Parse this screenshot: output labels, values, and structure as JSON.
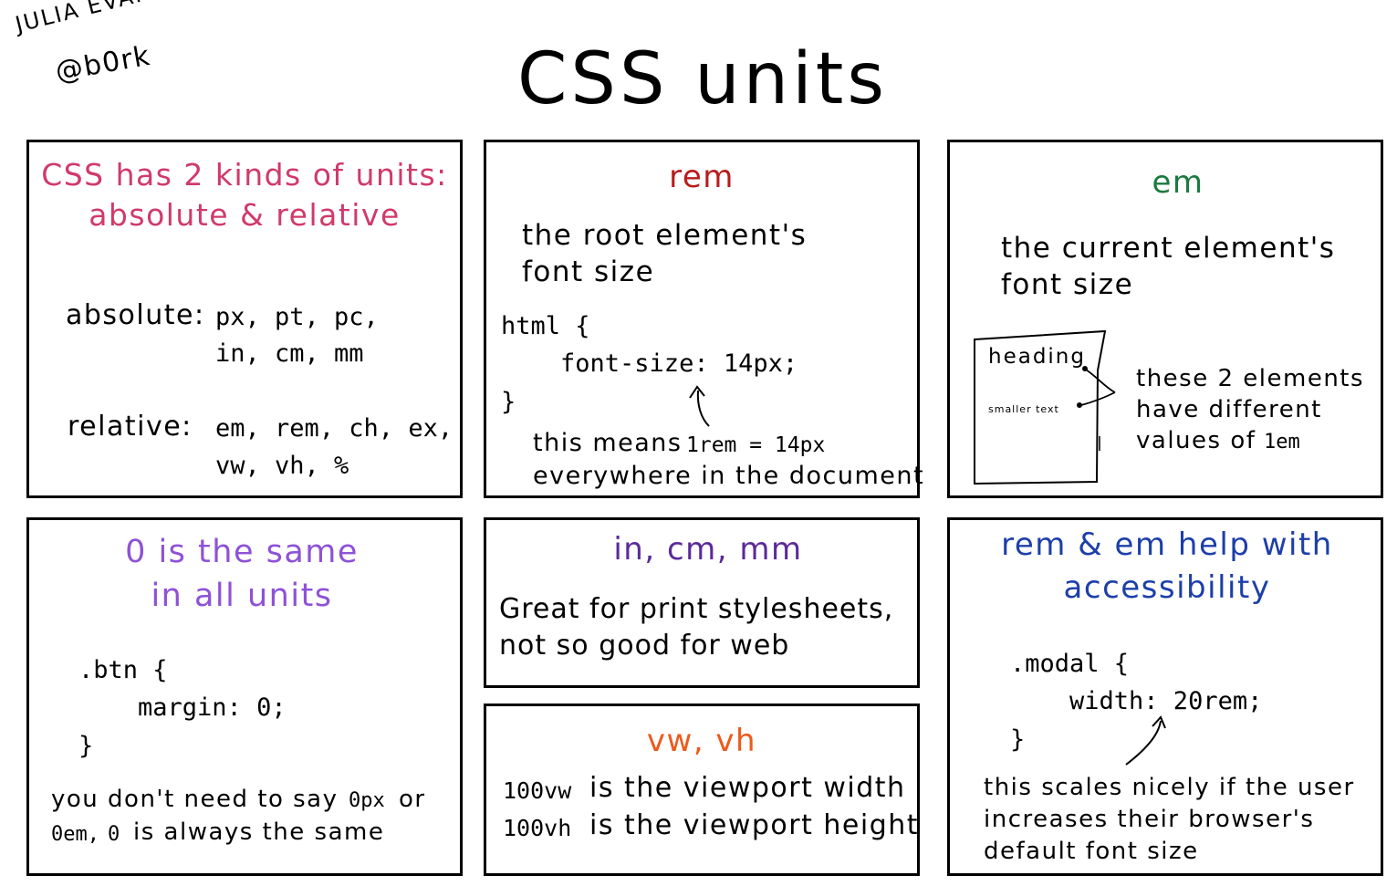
{
  "author": {
    "name": "JULIA EVANS",
    "handle": "@b0rk"
  },
  "title": "CSS units",
  "panels": {
    "kinds": {
      "heading_line1": "CSS has 2 kinds of units:",
      "heading_line2": "absolute & relative",
      "absolute_label": "absolute:",
      "absolute_line1": "px, pt, pc,",
      "absolute_line2": "in, cm, mm",
      "relative_label": "relative:",
      "relative_line1": "em, rem, ch, ex,",
      "relative_line2": "vw, vh, %"
    },
    "rem": {
      "heading": "rem",
      "desc_line1": "the root element's",
      "desc_line2": "font size",
      "code_line1": "html {",
      "code_line2": "    font-size: 14px;",
      "code_line3": "}",
      "note_prefix": "this means",
      "note_code": "1rem = 14px",
      "note_line2": "everywhere in the document"
    },
    "em": {
      "heading": "em",
      "desc_line1": "the current element's",
      "desc_line2": "font size",
      "sketch_heading": "heading",
      "sketch_small": "smaller text",
      "note_line1": "these 2 elements",
      "note_line2": "have different",
      "note_line3_prefix": "values of",
      "note_line3_code": "1em"
    },
    "zero": {
      "heading_line1": "0 is the same",
      "heading_line2": "in all units",
      "code_line1": ".btn {",
      "code_line2": "    margin: 0;",
      "code_line3": "}",
      "note_a": "you don't need to say",
      "note_code1": "0px",
      "note_b": "or",
      "note_code2": "0em,",
      "note_code3": "0",
      "note_c": "is always the same"
    },
    "physical": {
      "heading": "in, cm, mm",
      "desc_line1": "Great for print stylesheets,",
      "desc_line2": "not so good for web"
    },
    "viewport": {
      "heading": "vw, vh",
      "line1_code": "100vw",
      "line1_text": "is the viewport width",
      "line2_code": "100vh",
      "line2_text": "is the viewport height"
    },
    "accessibility": {
      "heading_line1": "rem & em help with",
      "heading_line2": "accessibility",
      "code_line1": ".modal {",
      "code_line2": "    width: 20rem;",
      "code_line3": "}",
      "note_line1": "this scales nicely if the user",
      "note_line2": "increases their browser's",
      "note_line3": "default font size"
    }
  },
  "colors": {
    "kinds": "#d03a6a",
    "rem": "#b81c1c",
    "em": "#1b7a3e",
    "zero": "#8e52d6",
    "physical": "#5b2a9a",
    "viewport": "#ec5a1c",
    "accessibility": "#1d3faa"
  }
}
